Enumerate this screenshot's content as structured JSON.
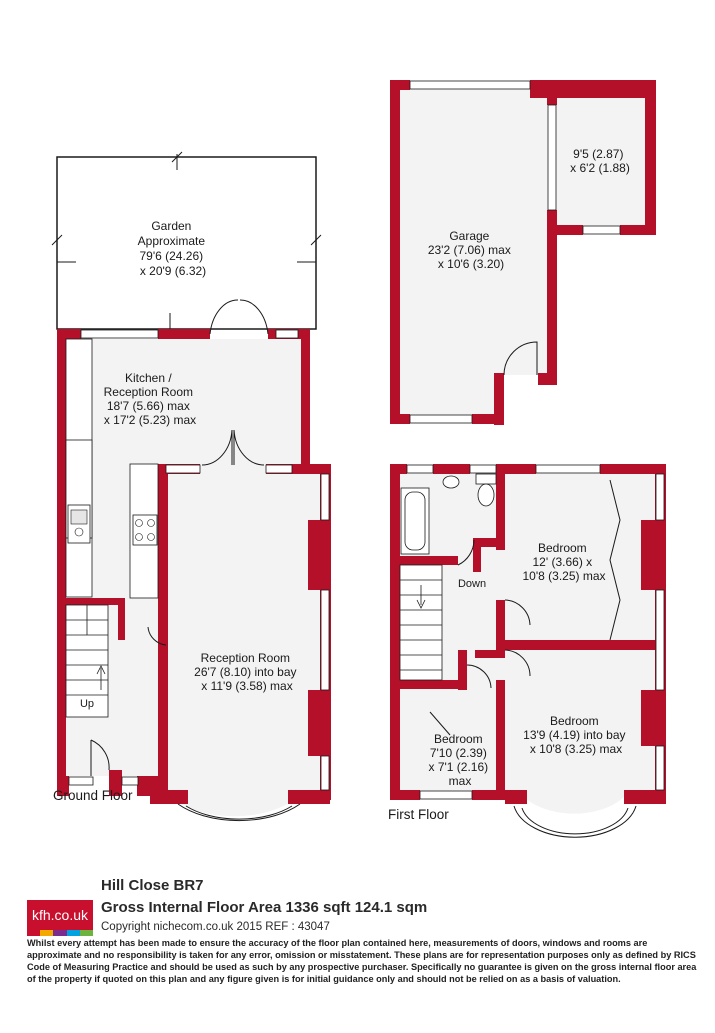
{
  "colors": {
    "wall": "#b5102a",
    "floor": "#f3f3f3",
    "fixture": "#c9c9c9",
    "outline": "#1a1a1a"
  },
  "ground_floor": {
    "label": "Ground Floor",
    "garden": [
      "Garden",
      "Approximate",
      "79'6 (24.26)",
      "x 20'9 (6.32)"
    ],
    "kitchen": [
      "Kitchen /",
      "Reception Room",
      "18'7 (5.66) max",
      "x 17'2 (5.23) max"
    ],
    "reception": [
      "Reception Room",
      "26'7 (8.10) into bay",
      "x 11'9 (3.58) max"
    ],
    "stairs_label": "Up"
  },
  "garage_block": {
    "garage": [
      "Garage",
      "23'2 (7.06) max",
      "x 10'6 (3.20)"
    ],
    "annex": [
      "9'5 (2.87)",
      "x 6'2 (1.88)"
    ]
  },
  "first_floor": {
    "label": "First Floor",
    "stairs_label": "Down",
    "bedroom1": [
      "Bedroom",
      "12' (3.66) x",
      "10'8 (3.25) max"
    ],
    "bedroom2": [
      "Bedroom",
      "13'9 (4.19) into bay",
      "x 10'8 (3.25) max"
    ],
    "bedroom3": [
      "Bedroom",
      "7'10 (2.39)",
      "x 7'1 (2.16)",
      "max"
    ]
  },
  "footer": {
    "logo_text": "kfh.co.uk",
    "logo_colors": [
      "#c8102e",
      "#f2a900",
      "#7a2d8c",
      "#00a3e0",
      "#6cb33f"
    ],
    "address": "Hill Close  BR7",
    "gross_area": "Gross Internal Floor Area 1336 sqft 124.1 sqm",
    "copyright": "Copyright nichecom.co.uk 2015 REF : 43047",
    "disclaimer": "Whilst every attempt has been made to ensure the accuracy of the floor plan contained here, measurements of doors, windows and rooms are approximate and no responsibility is taken for any error, omission or misstatement.  These plans are for representation purposes only as defined by RICS Code of Measuring Practice and should be used as such by any prospective purchaser.  Specifically no guarantee is given on the gross internal floor area of the property if quoted on this plan and any figure given is for initial guidance only and should not be relied on as a basis of valuation."
  }
}
